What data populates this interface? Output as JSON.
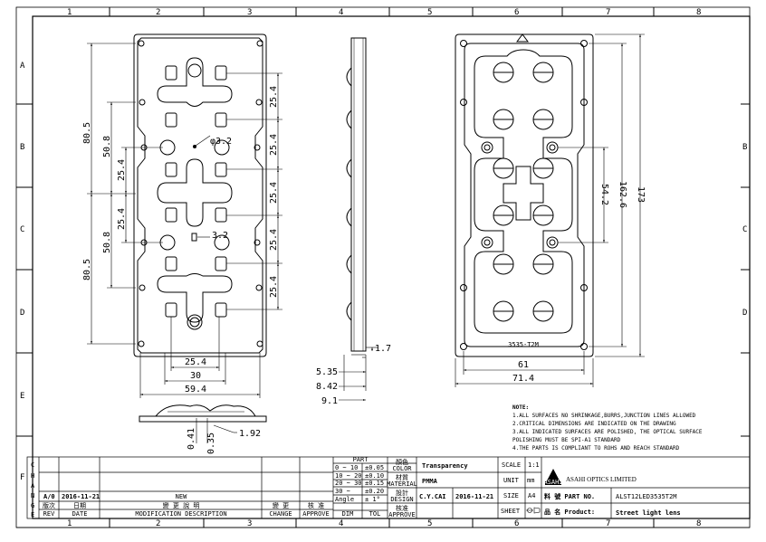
{
  "grid": {
    "columns": [
      "1",
      "2",
      "3",
      "4",
      "5",
      "6",
      "7",
      "8"
    ],
    "rows": [
      "A",
      "B",
      "C",
      "D",
      "E",
      "F"
    ]
  },
  "front_view": {
    "dims": {
      "d80_5_top": "80.5",
      "d50_8_top": "50.8",
      "d25_4_a": "25.4",
      "d25_4_b": "25.4",
      "d50_8_bot": "50.8",
      "d80_5_bot": "80.5",
      "phi3_2": "φ3.2",
      "d3_2": "3.2",
      "r1": "25.4",
      "r2": "25.4",
      "r3": "25.4",
      "r4": "25.4",
      "r5": "25.4",
      "w25_4": "25.4",
      "w30": "30",
      "w59_4": "59.4"
    }
  },
  "side_view": {
    "dims": {
      "d1_7": "1.7",
      "d5_35": "5.35",
      "d8_42": "8.42",
      "d9_1": "9.1"
    }
  },
  "bottom_view": {
    "dims": {
      "d0_41": "0.41",
      "d0_35": "0.35",
      "d1_92": "1.92"
    }
  },
  "back_view": {
    "marking": "3535-T2M",
    "dims": {
      "h54_2": "54.2",
      "h162_6": "162.6",
      "h173": "173",
      "w61": "61",
      "w71_4": "71.4"
    }
  },
  "notes": {
    "title": "NOTE:",
    "lines": [
      "1.ALL SURFACES NO SHRINKAGE,BURRS,JUNCTION LINES ALLOWED",
      "2.CRITICAL DIMENSIONS ARE INDICATED ON THE DRAWING",
      "3.ALL INDICATED SURFACES ARE POLISHED, THE OPTICAL SURFACE",
      "POLISHING MUST BE SPI-A1 STANDARD",
      "4.THE PARTS IS COMPLIANT TO ROHS AND REACH STANDARD"
    ]
  },
  "title_block": {
    "change_letters": [
      "C",
      "H",
      "A",
      "N",
      "G",
      "E"
    ],
    "rev": "A/0",
    "date": "2016-11-21",
    "description": "NEW",
    "col_rev": "版次",
    "col_rev_en": "REV",
    "col_date": "日期",
    "col_date_en": "DATE",
    "col_desc": "變 更 說 明",
    "col_desc_en": "MODIFICATION  DESCRIPTION",
    "col_change": "變 更",
    "col_change_en": "CHANGE",
    "col_approve": "核 准",
    "col_approve_en": "APPROVE",
    "tolerance": {
      "header": "PART",
      "rows": [
        [
          "0 ~ 10",
          "±0.05"
        ],
        [
          "10 ~ 20",
          "±0.10"
        ],
        [
          "20 ~ 30",
          "±0.15"
        ],
        [
          "30 ~",
          "±0.20"
        ],
        [
          "Angle",
          "± 1°"
        ]
      ],
      "dim": "DIM",
      "tol": "TOL"
    },
    "color_label": "顏色",
    "color_label_en": "COLOR",
    "color_value": "Transparency",
    "material_label": "材質",
    "material_label_en": "MATERIAL",
    "material_value": "PMMA",
    "design_label": "設計",
    "design_label_en": "DESIGN",
    "designer": "C.Y.CAI",
    "design_date": "2016-11-21",
    "approve_label": "核准",
    "approve_label_en": "APPROVE",
    "scale_label": "SCALE",
    "scale_value": "1:1",
    "unit_label": "UNIT",
    "unit_value": "mm",
    "size_label": "SIZE",
    "size_value": "A4",
    "sheet_label": "SHEET",
    "company": "ASAHI OPTICS LIMITED",
    "logo_text": "ASAHI",
    "part_no_label": "料 號 PART NO.",
    "part_no": "ALST12LED3535T2M",
    "product_label": "品 名 Product:",
    "product": "Street light lens"
  }
}
